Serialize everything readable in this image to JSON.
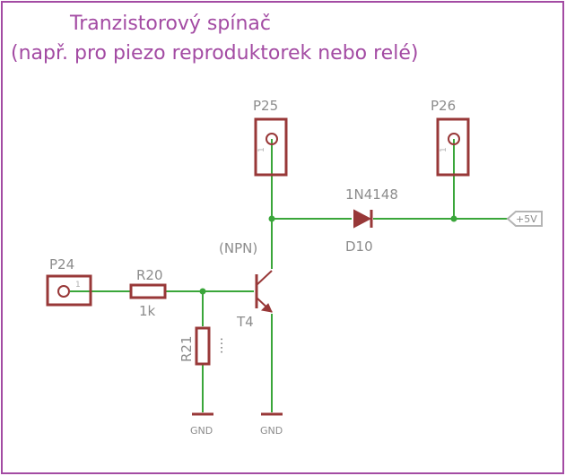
{
  "title": {
    "line1": "Tranzistorový spínač",
    "line2": "(např. pro piezo reproduktorek nebo relé)"
  },
  "connectors": {
    "p24": {
      "name": "P24",
      "pin": "1"
    },
    "p25": {
      "name": "P25",
      "pin": "1"
    },
    "p26": {
      "name": "P26",
      "pin": "1"
    }
  },
  "resistors": {
    "r20": {
      "name": "R20",
      "value": "1k"
    },
    "r21": {
      "name": "R21",
      "value": "...."
    }
  },
  "transistor": {
    "name": "T4",
    "type": "(NPN)"
  },
  "diode": {
    "name": "D10",
    "value": "1N4148"
  },
  "supply": {
    "label": "+5V"
  },
  "grounds": {
    "left": "GND",
    "right": "GND"
  },
  "colors": {
    "frame": "#a34ba3",
    "wire": "#3aa63a",
    "part": "#983838",
    "label": "#8c8c8c"
  }
}
